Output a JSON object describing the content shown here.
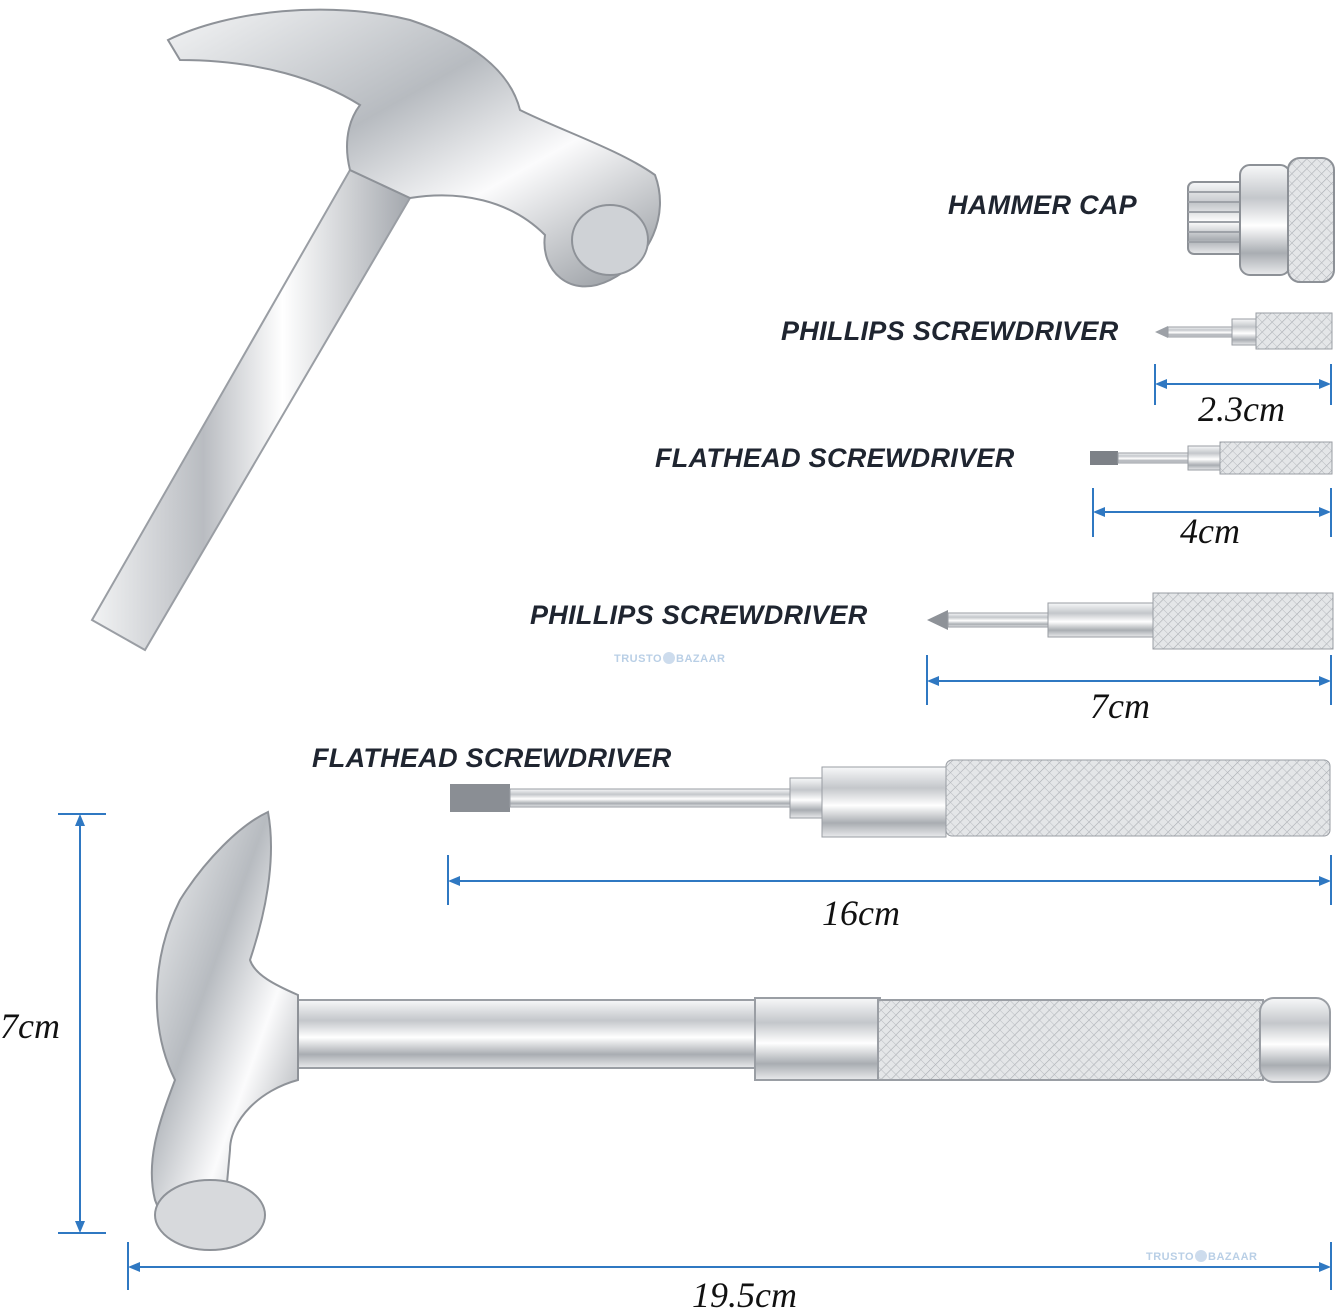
{
  "labels": {
    "hammer_cap": "HAMMER CAP",
    "phillips_small": "PHILLIPS SCREWDRIVER",
    "flathead_small": "FLATHEAD SCREWDRIVER",
    "phillips_large": "PHILLIPS SCREWDRIVER",
    "flathead_large": "FLATHEAD SCREWDRIVER"
  },
  "dimensions": {
    "phillips_small": "2.3cm",
    "flathead_small": "4cm",
    "phillips_large": "7cm",
    "flathead_large": "16cm",
    "hammer_height": "7cm",
    "hammer_length": "19.5cm"
  },
  "watermark": {
    "left": "TRUSTO",
    "right": "BAZAAR"
  },
  "colors": {
    "dimension_line": "#2f78c2",
    "label_text": "#1f2530",
    "metal": "#d9dbde"
  }
}
